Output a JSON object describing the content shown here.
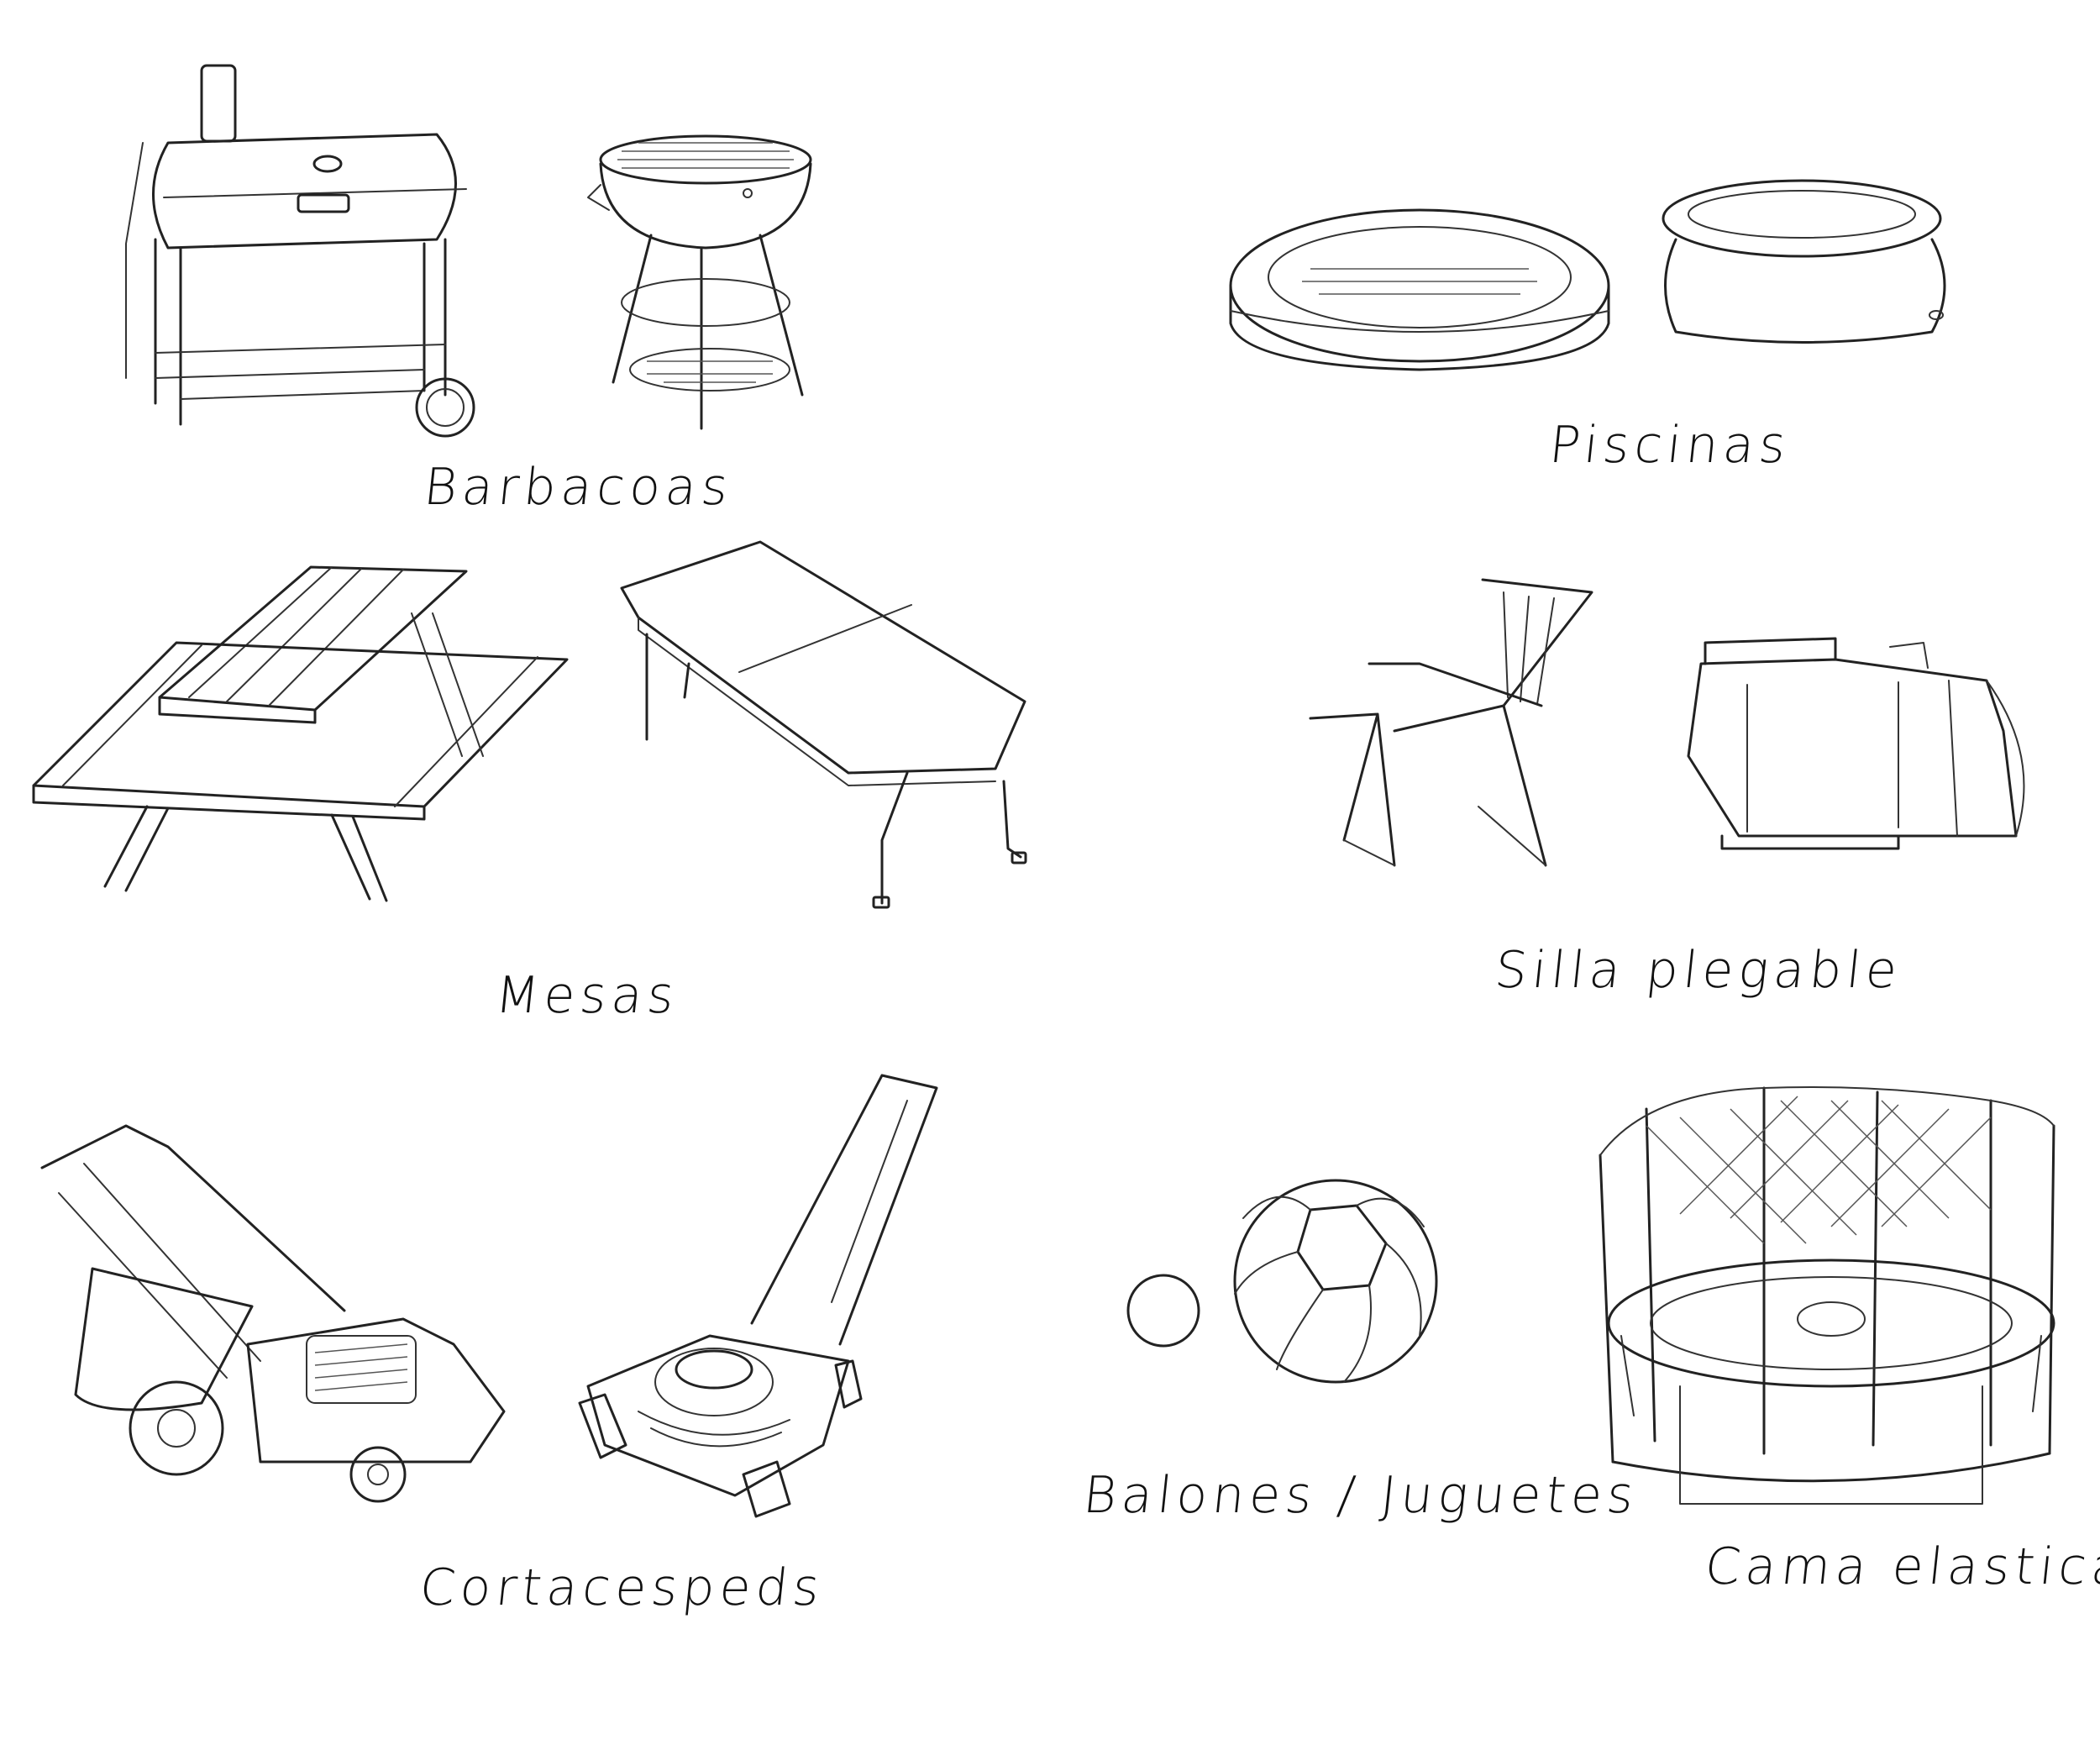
{
  "labels": {
    "barbacoas": "Barbacoas",
    "piscinas": "Piscinas",
    "mesas": "Mesas",
    "silla": "Silla  plegable",
    "cortacespeds": "Cortacespeds",
    "balones": "Balones  /  Juguetes",
    "cama": "Cama  elastica"
  }
}
